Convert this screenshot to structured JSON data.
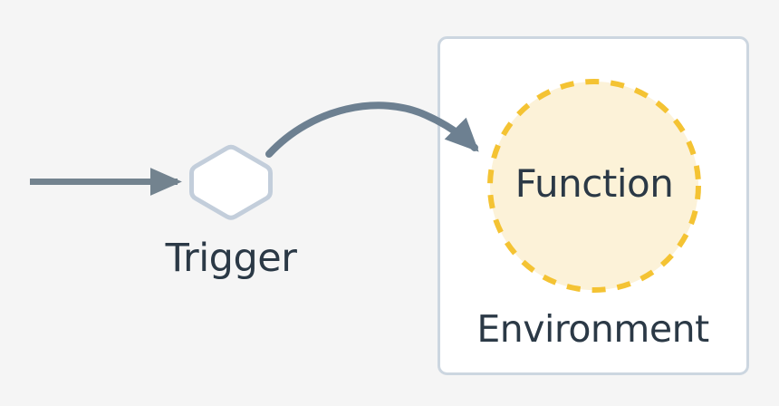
{
  "diagram": {
    "type": "flow-diagram",
    "background_color": "#f5f5f5",
    "nodes": [
      {
        "id": "trigger",
        "label": "Trigger",
        "shape": "hexagon",
        "fill_color": "#ffffff",
        "stroke_color": "#c3cedb",
        "text_color": "#2b3946"
      },
      {
        "id": "function",
        "label": "Function",
        "shape": "circle-dashed",
        "fill_color": "#fcf2d8",
        "stroke_color": "#f4c333",
        "text_color": "#2b3946"
      },
      {
        "id": "environment",
        "label": "Environment",
        "shape": "rounded-rectangle",
        "fill_color": "#ffffff",
        "stroke_color": "#ccd6e0",
        "text_color": "#2b3946"
      }
    ],
    "edges": [
      {
        "id": "input-to-trigger",
        "from": "",
        "to": "trigger",
        "style": "straight",
        "color": "#73838f",
        "arrowhead": "filled-triangle"
      },
      {
        "id": "trigger-to-function",
        "from": "trigger",
        "to": "function",
        "style": "curved",
        "color": "#6d8091",
        "arrowhead": "filled-triangle"
      }
    ]
  }
}
